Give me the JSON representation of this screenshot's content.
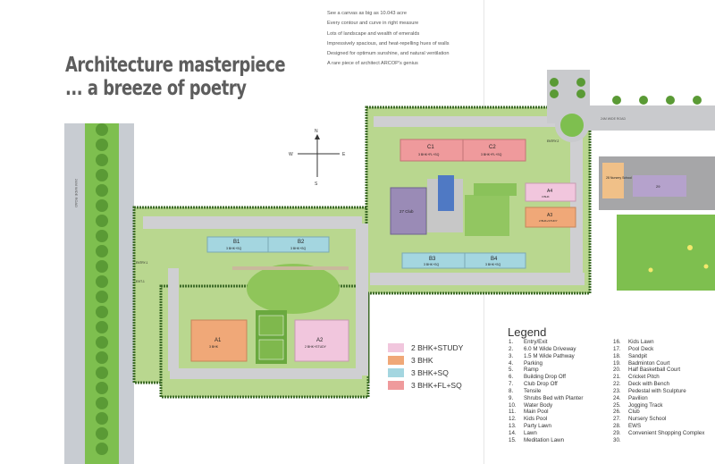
{
  "intro_lines": [
    "See a canvas as big as 10.043 acre",
    "Every contour and curve in right measure",
    "Lots of landscape and wealth of emeralds",
    "Impressively spacious, and heat-repelling hues of walls",
    "Designed for optimum sunshine, and natural ventilation",
    "A rare piece of architect ARCOP's genius"
  ],
  "headline": {
    "line1": "Architecture masterpiece",
    "line2": "... a breeze of poetry"
  },
  "compass": {
    "n": "N",
    "s": "S",
    "e": "E",
    "w": "W"
  },
  "road_labels": {
    "left_road": "24M WIDE ROAD",
    "top_road": "24M WIDE ROAD"
  },
  "plan_labels": {
    "c1": "C1",
    "c1_type": "3 BHK+FL+SQ",
    "c2": "C2",
    "c2_type": "3 BHK+FL+SQ",
    "b1": "B1",
    "b1_type": "3 BHK+SQ",
    "b2": "B2",
    "b2_type": "3 BHK+SQ",
    "b3": "B3",
    "b3_type": "3 BHK+SQ",
    "b4": "B4",
    "b4_type": "3 BHK+SQ",
    "a1": "A1",
    "a1_type": "3 BHK",
    "a2": "A2",
    "a2_type": "2 BHK+STUDY",
    "a3": "A3",
    "a3_type": "2 BHK+STUDY",
    "a4": "A4",
    "a4_type": "3 BHK",
    "club": "27 Club",
    "nursery": "28 Nursery School",
    "ews": "29",
    "entry1": "ENTRY-1",
    "exit1": "EXIT-1",
    "entry2": "ENTRY-2"
  },
  "unit_legend": [
    {
      "label": "2 BHK+STUDY",
      "color": "#f1c6dd"
    },
    {
      "label": "3 BHK",
      "color": "#f0a878"
    },
    {
      "label": "3 BHK+SQ",
      "color": "#a4d6e0"
    },
    {
      "label": "3 BHK+FL+SQ",
      "color": "#ef9a9c"
    }
  ],
  "legend": {
    "title": "Legend",
    "col1": [
      {
        "num": "1.",
        "text": "Entry/Exit"
      },
      {
        "num": "2.",
        "text": "6.0 M Wide Driveway"
      },
      {
        "num": "3.",
        "text": "1.5 M Wide Pathway"
      },
      {
        "num": "4.",
        "text": "Parking"
      },
      {
        "num": "5.",
        "text": "Ramp"
      },
      {
        "num": "6.",
        "text": "Building Drop Off"
      },
      {
        "num": "7.",
        "text": "Club Drop Off"
      },
      {
        "num": "8.",
        "text": "Tensile"
      },
      {
        "num": "9.",
        "text": "Shrubs Bed with Planter"
      },
      {
        "num": "10.",
        "text": "Water Body"
      },
      {
        "num": "11.",
        "text": "Main Pool"
      },
      {
        "num": "12.",
        "text": "Kids Pool"
      },
      {
        "num": "13.",
        "text": "Party Lawn"
      },
      {
        "num": "14.",
        "text": "Lawn"
      },
      {
        "num": "15.",
        "text": "Meditation Lawn"
      }
    ],
    "col2": [
      {
        "num": "16.",
        "text": "Kids Lawn"
      },
      {
        "num": "17.",
        "text": "Pool Deck"
      },
      {
        "num": "18.",
        "text": "Sandpit"
      },
      {
        "num": "19.",
        "text": "Badminton Court"
      },
      {
        "num": "20.",
        "text": "Half Basketball Court"
      },
      {
        "num": "21.",
        "text": "Cricket Pitch"
      },
      {
        "num": "22.",
        "text": "Deck with Bench"
      },
      {
        "num": "23.",
        "text": "Pedestal with Sculpture"
      },
      {
        "num": "24.",
        "text": "Pavilion"
      },
      {
        "num": "25.",
        "text": "Jogging Track"
      },
      {
        "num": "26.",
        "text": "Club"
      },
      {
        "num": "27.",
        "text": "Nursery School"
      },
      {
        "num": "28.",
        "text": "EWS"
      },
      {
        "num": "29.",
        "text": "Convenient Shopping Complex"
      },
      {
        "num": "30.",
        "text": ""
      }
    ]
  }
}
